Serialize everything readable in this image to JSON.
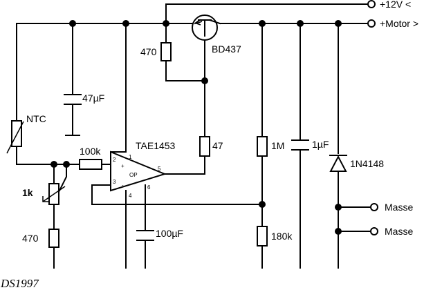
{
  "terminals": {
    "v12": "+12V  <",
    "motor": "+Motor >",
    "ground_1": "Masse",
    "ground_2": "Masse"
  },
  "components": {
    "ntc": "NTC",
    "cap_47u": "47µF",
    "res_100k": "100k",
    "pot_1k": "1k",
    "res_470_bottom": "470",
    "res_470_top": "470",
    "transistor": "BD437",
    "opamp": "TAE1453",
    "opamp_inner": "OP",
    "res_47": "47",
    "res_1m": "1M",
    "cap_1u": "1µF",
    "diode": "1N4148",
    "cap_100u": "100µF",
    "res_180k": "180k"
  },
  "pins": {
    "p1": "1",
    "p2": "2",
    "p3": "3",
    "p4": "4",
    "p5": "5",
    "p6": "6",
    "plus": "+",
    "minus": "-"
  },
  "signature": "DS1997"
}
